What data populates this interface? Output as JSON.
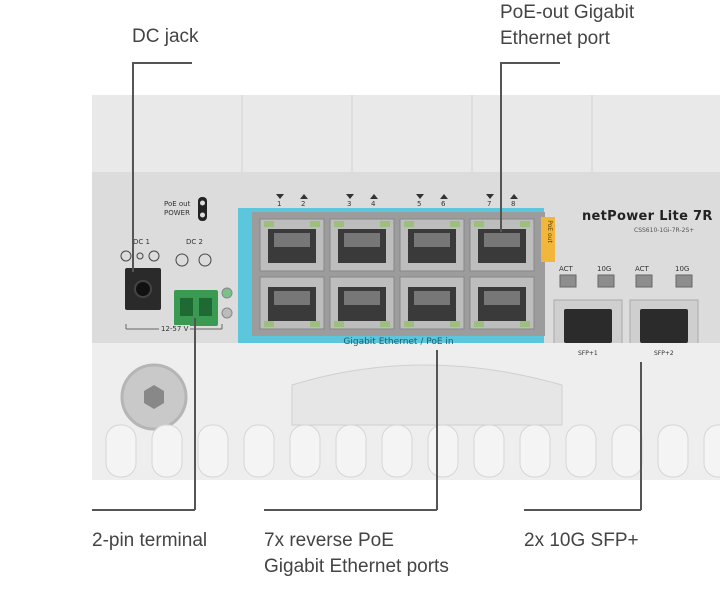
{
  "callouts": {
    "dc_jack": "DC jack",
    "poe_out_port": [
      "PoE-out Gigabit",
      "Ethernet port"
    ],
    "two_pin": "2-pin terminal",
    "reverse_poe": [
      "7x reverse PoE",
      "Gigabit Ethernet ports"
    ],
    "sfp": "2x 10G SFP+"
  },
  "device": {
    "product_name": "netPower Lite 7R",
    "model_code": "CSS610-1Gi-7R-2S+",
    "poe_out_power_label": [
      "PoE out",
      "POWER"
    ],
    "dc_labels": [
      "DC 1",
      "DC 2"
    ],
    "voltage_label": "12-57 V",
    "port_bar_label": "Gigabit Ethernet / PoE in",
    "poe_out_tag": "PoE out",
    "port_numbers": [
      "1",
      "2",
      "3",
      "4",
      "5",
      "6",
      "7",
      "8"
    ],
    "sfp_led_labels": [
      "ACT",
      "10G",
      "ACT",
      "10G"
    ],
    "sfp_labels": [
      "SFP+1",
      "SFP+2"
    ],
    "colors": {
      "accent_blue": "#5cc6dc",
      "poe_out_orange": "#f2b73a",
      "terminal_green": "#3a9a52",
      "body": "#e2e2e2"
    }
  }
}
